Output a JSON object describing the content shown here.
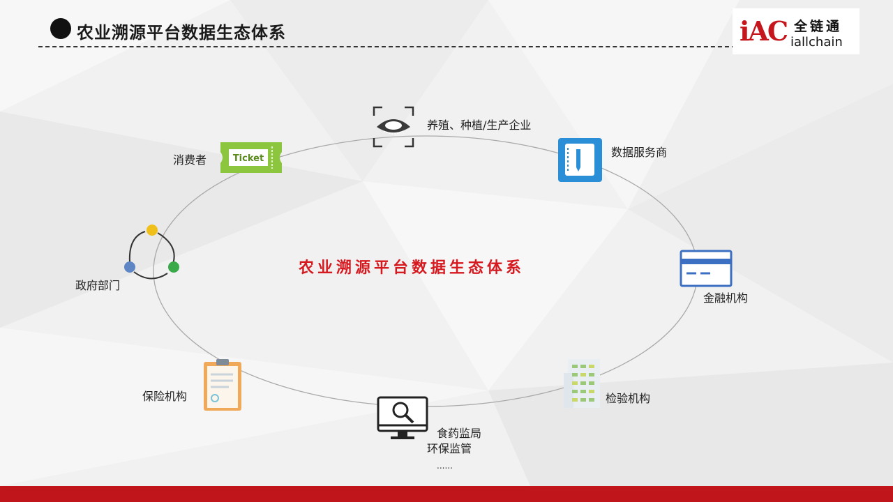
{
  "header": {
    "title": "农业溯源平台数据生态体系",
    "logo": {
      "mark": "iAC",
      "cn_name": "全链通",
      "en_name": "iallchain"
    }
  },
  "center_title": "农业溯源平台数据生态体系",
  "nodes": {
    "producer": {
      "label": "养殖、种植/生产企业",
      "icon": "eye-scan-icon"
    },
    "data_provider": {
      "label": "数据服务商",
      "icon": "notebook-icon"
    },
    "finance": {
      "label": "金融机构",
      "icon": "credit-card-icon"
    },
    "inspection": {
      "label": "检验机构",
      "icon": "building-icon"
    },
    "regulator": {
      "lines": [
        "食药监局",
        "环保监管",
        "......"
      ],
      "icon": "monitor-search-icon"
    },
    "insurance": {
      "label": "保险机构",
      "icon": "clipboard-icon"
    },
    "government": {
      "label": "政府部门",
      "icon": "network-cycle-icon"
    },
    "consumer": {
      "label": "消费者",
      "icon": "ticket-icon",
      "ticket_text": "Ticket"
    }
  },
  "colors": {
    "accent_red": "#c0161b",
    "title_red": "#d6191f",
    "ellipse": "#a9a9a9"
  }
}
